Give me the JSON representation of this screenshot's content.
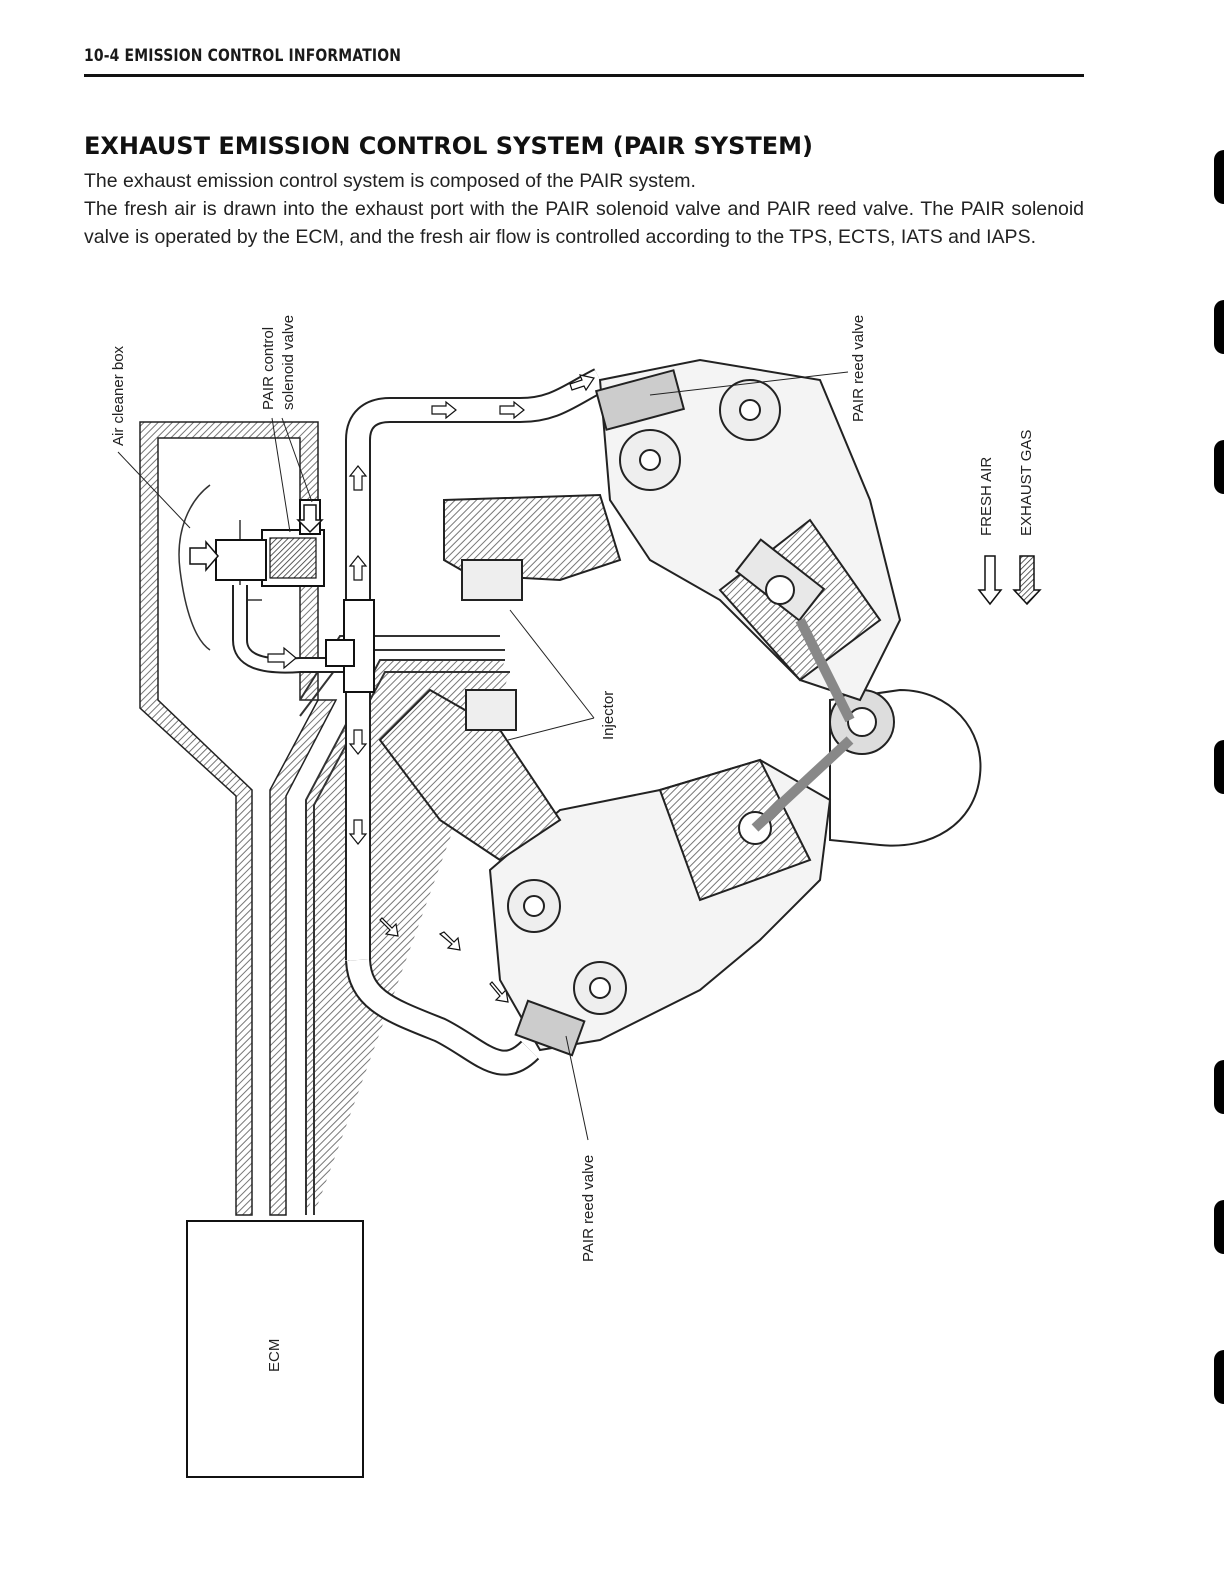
{
  "header": {
    "text": "10-4   EMISSION CONTROL INFORMATION"
  },
  "title": "EXHAUST EMISSION CONTROL SYSTEM (PAIR SYSTEM)",
  "paragraphs": [
    "The exhaust emission control system is composed of the PAIR system.",
    "The fresh air is drawn into the exhaust port with the PAIR solenoid valve and PAIR reed valve. The PAIR solenoid valve is operated by the ECM, and the fresh air flow is controlled according to the TPS, ECTS, IATS and IAPS."
  ],
  "labels": {
    "air_cleaner_box": "Air cleaner box",
    "pair_control_1": "PAIR control",
    "pair_control_2": "solenoid valve",
    "pair_reed_valve_top": "PAIR reed valve",
    "injector": "Injector",
    "pair_reed_valve_bottom": "PAIR reed valve",
    "ecm": "ECM"
  },
  "legend": {
    "fresh_air": "FRESH AIR",
    "exhaust_gas": "EXHAUST GAS"
  }
}
